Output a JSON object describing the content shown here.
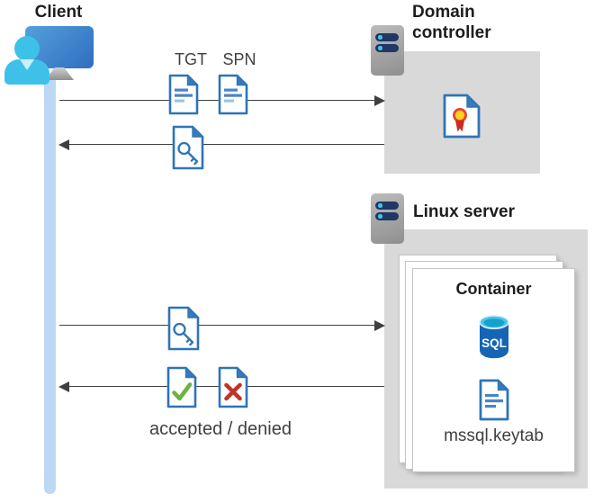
{
  "client": {
    "label": "Client"
  },
  "domain_controller": {
    "label_line1": "Domain",
    "label_line2": "controller"
  },
  "linux_server": {
    "label": "Linux server"
  },
  "container": {
    "label": "Container",
    "sql_badge": "SQL",
    "keytab_label": "mssql.keytab"
  },
  "messages": {
    "tgt_label": "TGT",
    "spn_label": "SPN",
    "result_label": "accepted / denied"
  },
  "icons": {
    "client-user-icon": "person-at-monitor",
    "server-icon": "server-tower-with-drive-bars",
    "certificate-icon": "document-with-ribbon-rosette",
    "ticket-document-icon": "document-with-text-lines",
    "key-document-icon": "document-with-key",
    "accepted-document-icon": "document-with-green-check",
    "denied-document-icon": "document-with-red-x",
    "sql-database-icon": "sql-database-cylinder"
  },
  "colors": {
    "document_blue": "#2e75b6",
    "fold_blue": "#3779bc",
    "box_gray": "#d9d9d9",
    "arrow_gray": "#3f3f3f",
    "accepted_green": "#6cb33f",
    "denied_red": "#c0352b",
    "lifeline_blue": "#bdd8f4",
    "monitor_blue": "#2e6ec0",
    "person_cyan": "#3ec1e9",
    "server_bar_navy": "#1f3864",
    "sql_top_cyan": "#49c5ec",
    "sql_body_blue": "#1565b4",
    "certificate_yellow": "#ffd21e",
    "certificate_red": "#e8432d"
  }
}
